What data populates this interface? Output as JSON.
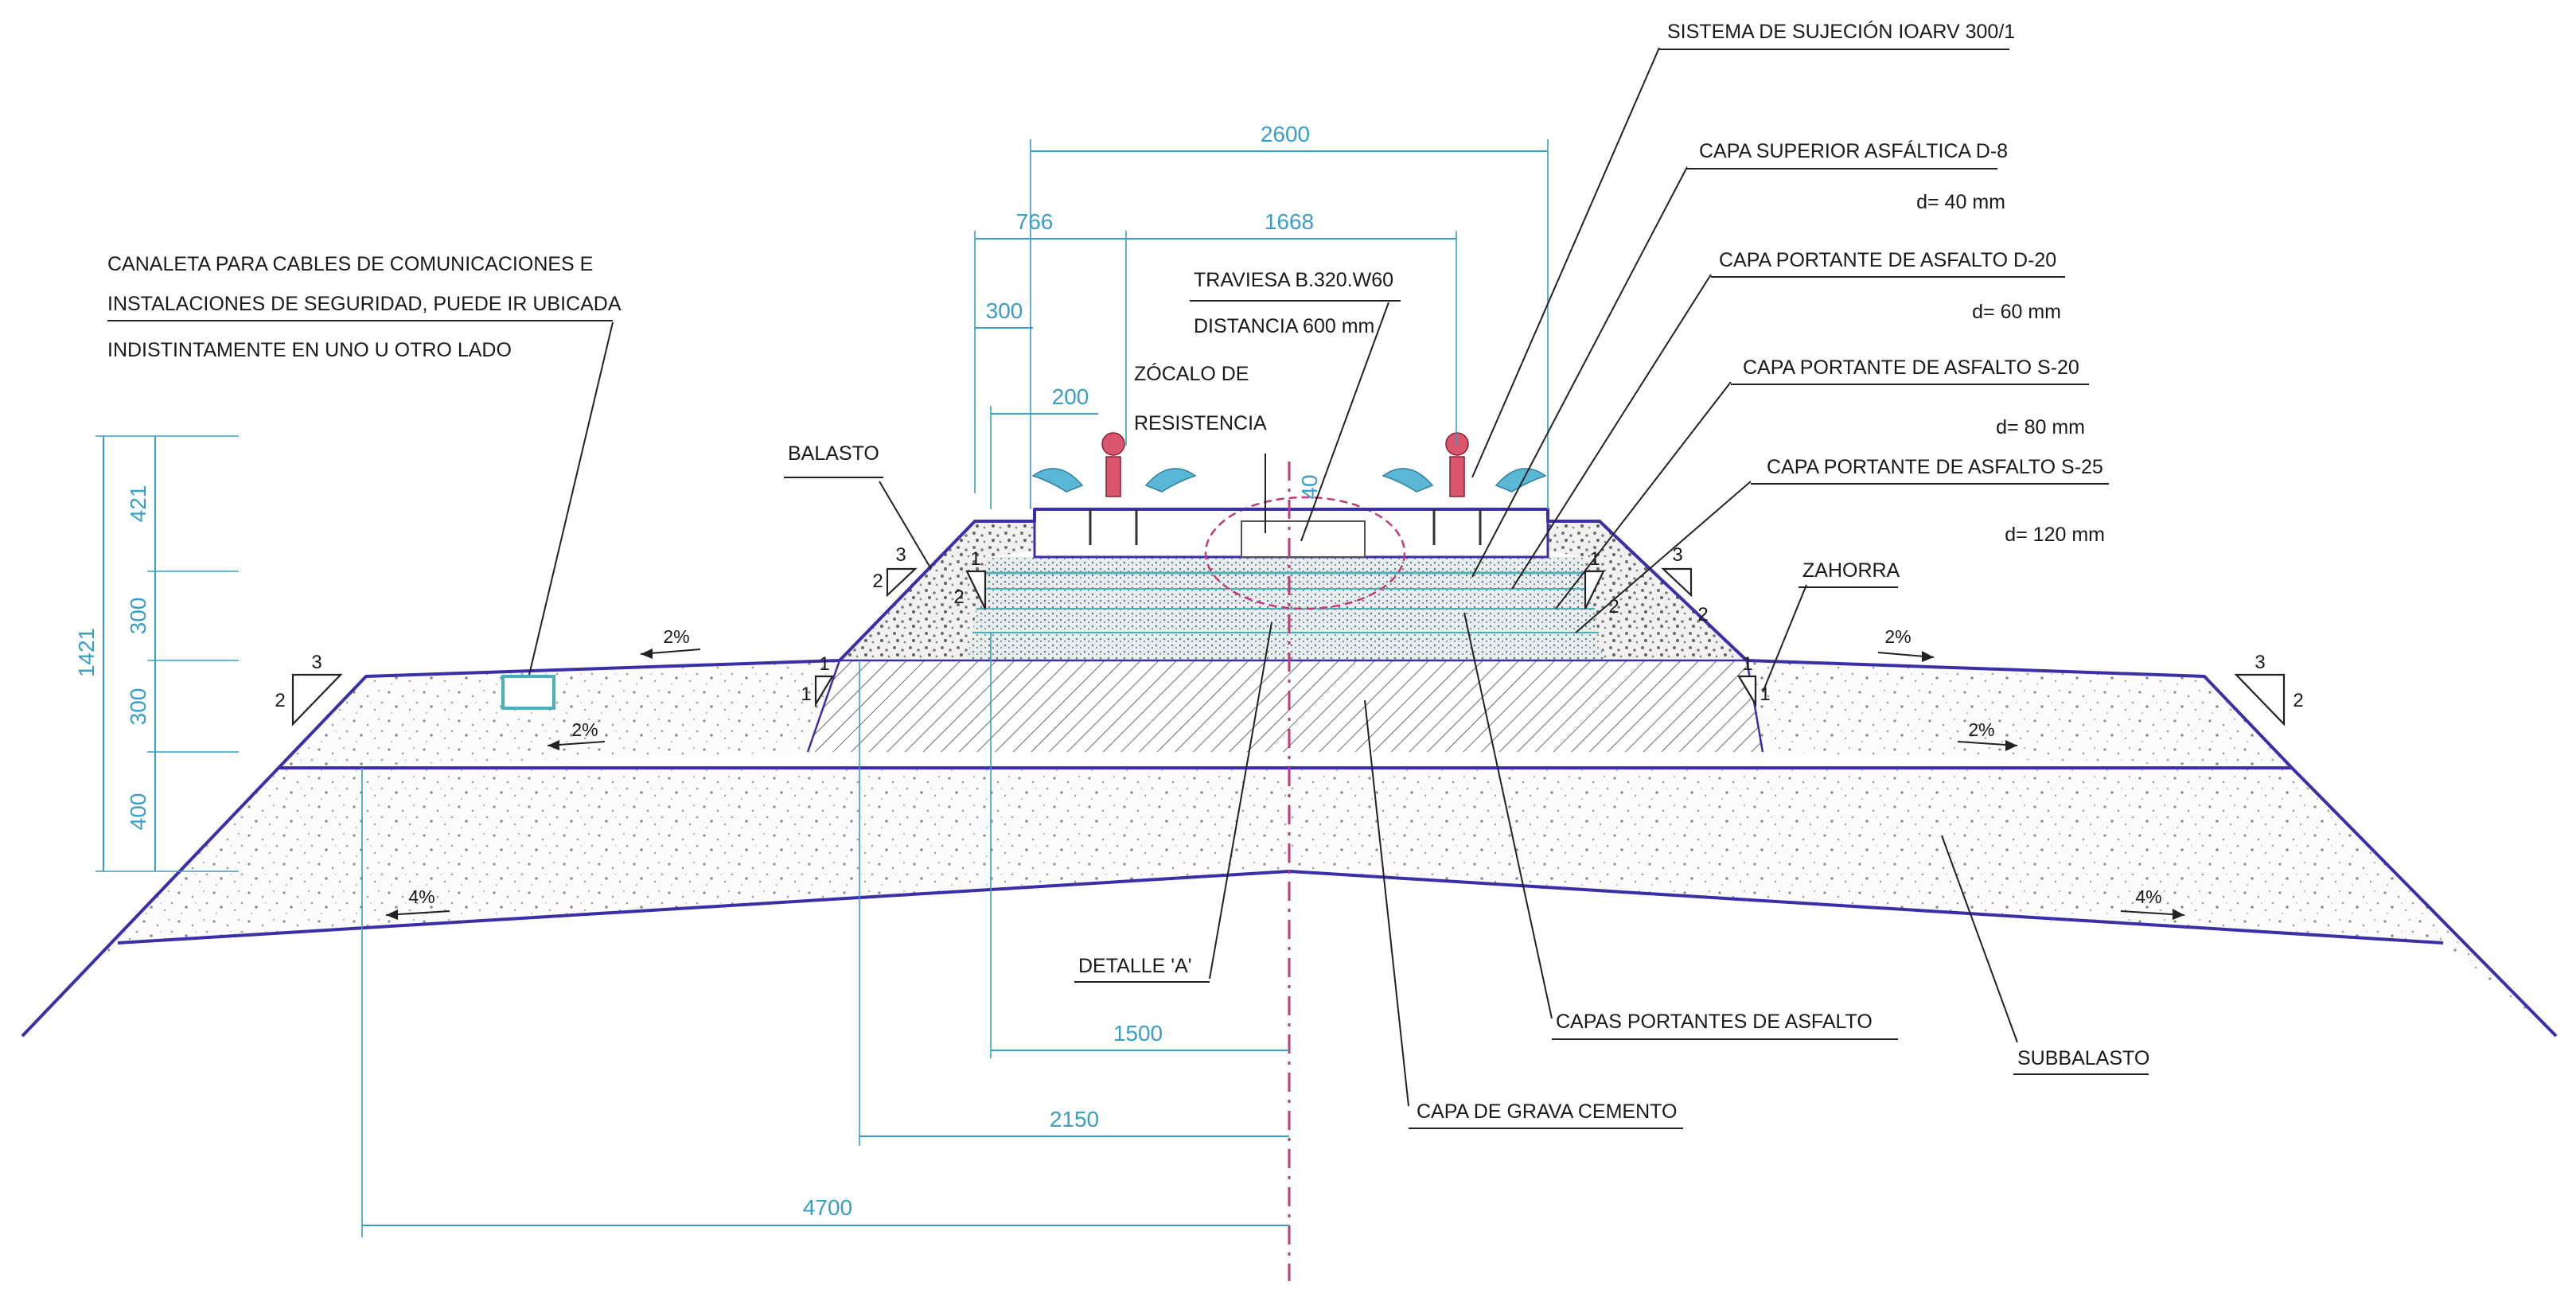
{
  "labels": {
    "canaleta_line1": "CANALETA PARA CABLES DE COMUNICACIONES E",
    "canaleta_line2": "INSTALACIONES DE SEGURIDAD, PUEDE IR UBICADA",
    "canaleta_line3": "INDISTINTAMENTE EN UNO U OTRO LADO",
    "traviesa": "TRAVIESA B.320.W60",
    "distancia": "DISTANCIA 600 mm",
    "zocalo_line1": "ZÓCALO DE",
    "zocalo_line2": "RESISTENCIA",
    "balasto": "BALASTO",
    "sistema": "SISTEMA DE SUJECIÓN IOARV 300/1",
    "capa_sup": "CAPA SUPERIOR ASFÁLTICA D-8",
    "capa_sup_d": "d= 40 mm",
    "capa_d20": "CAPA PORTANTE DE ASFALTO D-20",
    "capa_d20_d": "d= 60 mm",
    "capa_s20": "CAPA PORTANTE DE ASFALTO S-20",
    "capa_s20_d": "d= 80 mm",
    "capa_s25": "CAPA PORTANTE DE ASFALTO S-25",
    "capa_s25_d": "d= 120 mm",
    "zahorra": "ZAHORRA",
    "detalle": "DETALLE 'A'",
    "capas_portantes": "CAPAS PORTANTES DE ASFALTO",
    "capa_grava": "CAPA DE GRAVA CEMENTO",
    "subbalasto": "SUBBALASTO"
  },
  "dimensions": {
    "d2600": "2600",
    "d766": "766",
    "d1668": "1668",
    "d300_top": "300",
    "d200": "200",
    "d1421": "1421",
    "d421": "421",
    "d300_a": "300",
    "d300_b": "300",
    "d400": "400",
    "d1500": "1500",
    "d2150": "2150",
    "d4700": "4700",
    "d40": "40"
  },
  "slopes": {
    "s3": "3",
    "s2": "2",
    "s1": "1",
    "p2": "2%",
    "p4": "4%"
  },
  "colors": {
    "outline": "#3b2fa8",
    "dimension": "#3a9ec4",
    "axis": "#c0397a",
    "rail": "#d9566e",
    "fastener": "#5ab7d6"
  }
}
